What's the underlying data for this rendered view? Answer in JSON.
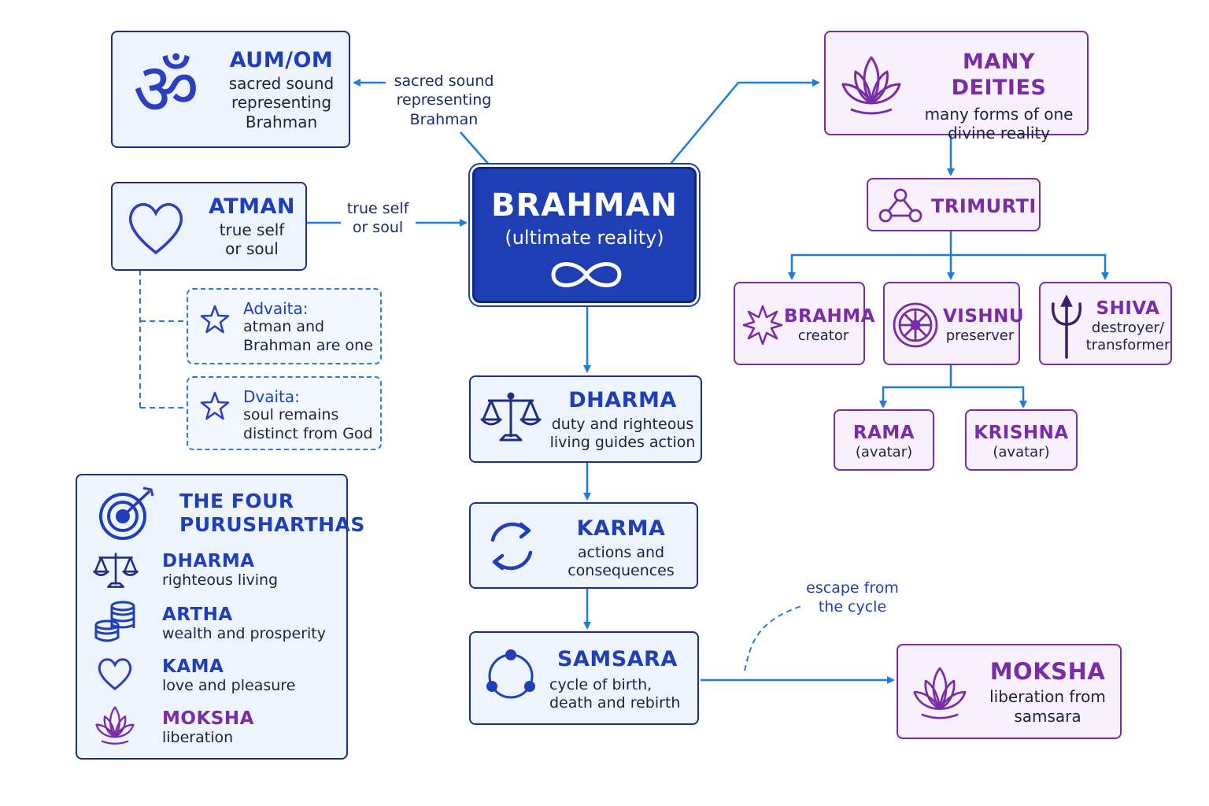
{
  "colors": {
    "blue_text": "#1f3fb8",
    "purple_text": "#7a2ba6",
    "arrow": "#1e7be0",
    "center_fill": "#1d3fb3"
  },
  "aum": {
    "title": "AUM/OM",
    "desc": "sacred sound\nrepresenting\nBrahman",
    "icon": "om-icon"
  },
  "aum_edge_label": "sacred sound\nrepresenting\nBrahman",
  "atman": {
    "title": "ATMAN",
    "desc": "true self\nor soul",
    "icon": "heart-icon"
  },
  "atman_edge_label": "true self\nor soul",
  "advaita": {
    "title": "Advaita:",
    "desc": "atman and\nBrahman are one",
    "icon": "star-icon"
  },
  "dvaita": {
    "title": "Dvaita:",
    "desc": "soul remains\ndistinct from God",
    "icon": "star-icon"
  },
  "brahman": {
    "title": "BRAHMAN",
    "sub": "(ultimate reality)",
    "icon": "infinity-icon"
  },
  "deities": {
    "title": "MANY DEITIES",
    "desc": "many forms of one\ndivine reality",
    "icon": "lotus-icon"
  },
  "trimurti": {
    "title": "TRIMURTI",
    "icon": "triangle-nodes-icon"
  },
  "brahma": {
    "title": "BRAHMA",
    "desc": "creator",
    "icon": "star-burst-icon"
  },
  "vishnu": {
    "title": "VISHNU",
    "desc": "preserver",
    "icon": "chakra-icon"
  },
  "shiva": {
    "title": "SHIVA",
    "desc": "destroyer/\ntransformer",
    "icon": "trident-icon"
  },
  "rama": {
    "title": "RAMA",
    "desc": "(avatar)"
  },
  "krishna": {
    "title": "KRISHNA",
    "desc": "(avatar)"
  },
  "dharma": {
    "title": "DHARMA",
    "desc": "duty and righteous\nliving guides action",
    "icon": "scales-icon"
  },
  "karma": {
    "title": "KARMA",
    "desc": "actions and\nconsequences",
    "icon": "cycle-arrows-icon"
  },
  "samsara": {
    "title": "SAMSARA",
    "desc": "cycle of birth,\ndeath and rebirth",
    "icon": "circle-nodes-icon"
  },
  "moksha": {
    "title": "MOKSHA",
    "desc": "liberation from\nsamsara",
    "icon": "lotus-icon"
  },
  "escape_label": "escape from\nthe cycle",
  "purusharthas": {
    "title": "THE FOUR\nPURUSHARTHAS",
    "icon": "target-icon",
    "items": [
      {
        "title": "DHARMA",
        "desc": "righteous living",
        "icon": "scales-icon"
      },
      {
        "title": "ARTHA",
        "desc": "wealth and prosperity",
        "icon": "coins-icon"
      },
      {
        "title": "KAMA",
        "desc": "love and pleasure",
        "icon": "heart-icon"
      },
      {
        "title": "MOKSHA",
        "desc": "liberation",
        "icon": "lotus-icon"
      }
    ]
  }
}
